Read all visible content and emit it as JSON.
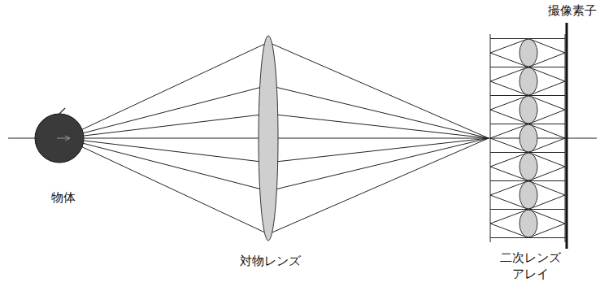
{
  "diagram": {
    "labels": [
      "撮像素子",
      "物体",
      "対物レンズ",
      "二次レンズアレイ"
    ]
  }
}
